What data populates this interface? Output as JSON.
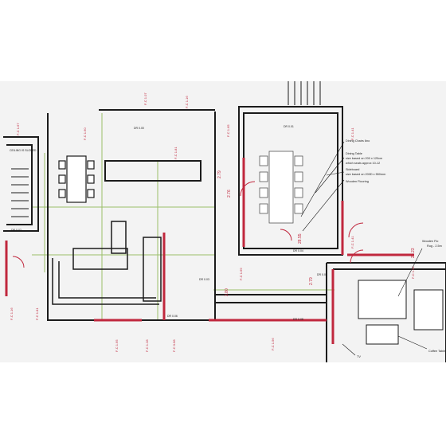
{
  "colors": {
    "wall": "#1b1b1b",
    "feature_wall": "#c0273d",
    "dimension_text": "#c0273d",
    "grid": "#9bbf6a",
    "sheet_background": "#f3f3f3"
  },
  "annotations": [
    {
      "id": "dining-chairs",
      "text": "Dining Chairs 6no"
    },
    {
      "id": "dining-table-1",
      "text": "Dining Table"
    },
    {
      "id": "dining-table-2",
      "text": "size based on 200 x 120cm"
    },
    {
      "id": "dining-table-3",
      "text": "which seats approx 10-12"
    },
    {
      "id": "sideboard-1",
      "text": "Sideboard"
    },
    {
      "id": "sideboard-2",
      "text": "size based on 200D x 550mm"
    },
    {
      "id": "wooden-flooring",
      "text": "Wooden Flooring"
    },
    {
      "id": "wooden-flo",
      "text": "Wooden Flo"
    },
    {
      "id": "rug",
      "text": "Rug - 2.5m"
    },
    {
      "id": "coffee-table",
      "text": "Coffee Table"
    },
    {
      "id": "tv",
      "text": "TV"
    }
  ],
  "room_labels": [
    {
      "id": "area-cupboard",
      "text": "CEILING IS SLOPED"
    },
    {
      "id": "dr-1",
      "text": "DR 0.00"
    },
    {
      "id": "dr-2",
      "text": "DR 0.01"
    },
    {
      "id": "dr-3",
      "text": "DR 0.02"
    },
    {
      "id": "dr-4",
      "text": "DR 0.03"
    },
    {
      "id": "dr-5",
      "text": "DR 0.04"
    },
    {
      "id": "dr-6",
      "text": "DR 0.05"
    },
    {
      "id": "dr-7",
      "text": "DR 0.06"
    },
    {
      "id": "dr-8",
      "text": "DR 0.08"
    }
  ],
  "dimensions": [
    {
      "id": "d1",
      "text": "2.79"
    },
    {
      "id": "d2",
      "text": "2.76"
    },
    {
      "id": "d3",
      "text": "3.80"
    },
    {
      "id": "d4",
      "text": "2.79"
    },
    {
      "id": "d5",
      "text": "28.55"
    },
    {
      "id": "d6",
      "text": "24.23"
    }
  ],
  "fc_tags": [
    {
      "id": "fc1",
      "text": "F-C 1.07"
    },
    {
      "id": "fc2",
      "text": "F-C 1.16"
    },
    {
      "id": "fc3",
      "text": "F-C 1.65"
    },
    {
      "id": "fc4",
      "text": "F-C 1.60"
    },
    {
      "id": "fc5",
      "text": "F-C 1.81"
    },
    {
      "id": "fc6",
      "text": "F-C 1.41"
    },
    {
      "id": "fc7",
      "text": "F-C 1.67"
    },
    {
      "id": "fc8",
      "text": "F-C 1.16"
    },
    {
      "id": "fc9",
      "text": "F-C 1.81"
    },
    {
      "id": "fc10",
      "text": "F-C 1.95"
    },
    {
      "id": "fc11",
      "text": "F-C 1.28"
    },
    {
      "id": "fc12",
      "text": "F-C 0.68"
    },
    {
      "id": "fc13",
      "text": "F-C 1.56"
    },
    {
      "id": "fc14",
      "text": "F-C 1.41"
    },
    {
      "id": "fc15",
      "text": "F-C 1.69"
    },
    {
      "id": "fc16",
      "text": "F-C 1.69"
    }
  ]
}
